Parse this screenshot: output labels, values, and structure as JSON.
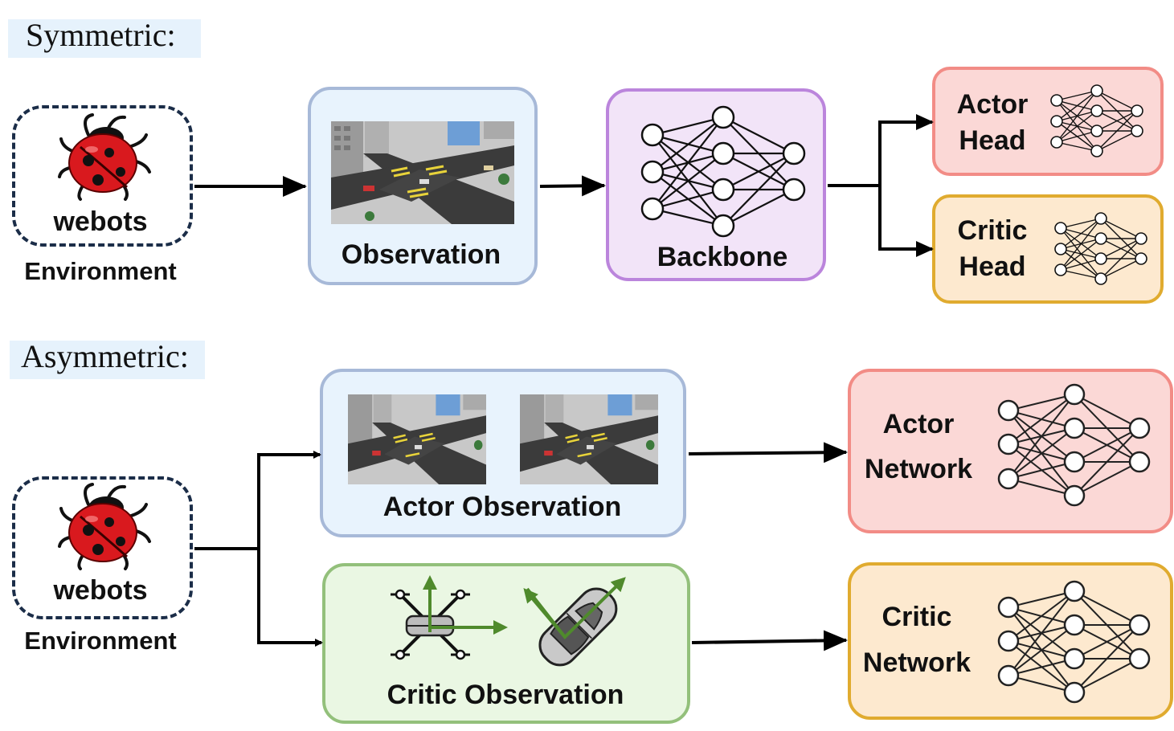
{
  "symmetric": {
    "section_label": "Symmetric:",
    "environment": {
      "logo_text": "webots",
      "caption": "Environment"
    },
    "observation_label": "Observation",
    "backbone_label": "Backbone",
    "actor_head": {
      "line1": "Actor",
      "line2": "Head"
    },
    "critic_head": {
      "line1": "Critic",
      "line2": "Head"
    }
  },
  "asymmetric": {
    "section_label": "Asymmetric:",
    "environment": {
      "logo_text": "webots",
      "caption": "Environment"
    },
    "actor_observation_label": "Actor Observation",
    "critic_observation_label": "Critic Observation",
    "actor_network": {
      "line1": "Actor",
      "line2": "Network"
    },
    "critic_network": {
      "line1": "Critic",
      "line2": "Network"
    }
  },
  "icons": [
    "ladybug-icon",
    "city-scene-image",
    "neural-network-icon",
    "drone-icon",
    "car-icon",
    "arrow-icon"
  ],
  "colors": {
    "observation_bg": "#e8f3fd",
    "observation_border": "#a7b9d8",
    "backbone_bg": "#f2e4f8",
    "backbone_border": "#bb85dc",
    "actor_bg": "#fbd8d6",
    "actor_border": "#f28c86",
    "critic_bg": "#fde9cf",
    "critic_border": "#e0ab2f",
    "critic_obs_bg": "#eaf7e3",
    "critic_obs_border": "#93c07b",
    "axis_green": "#4f8a2c"
  }
}
